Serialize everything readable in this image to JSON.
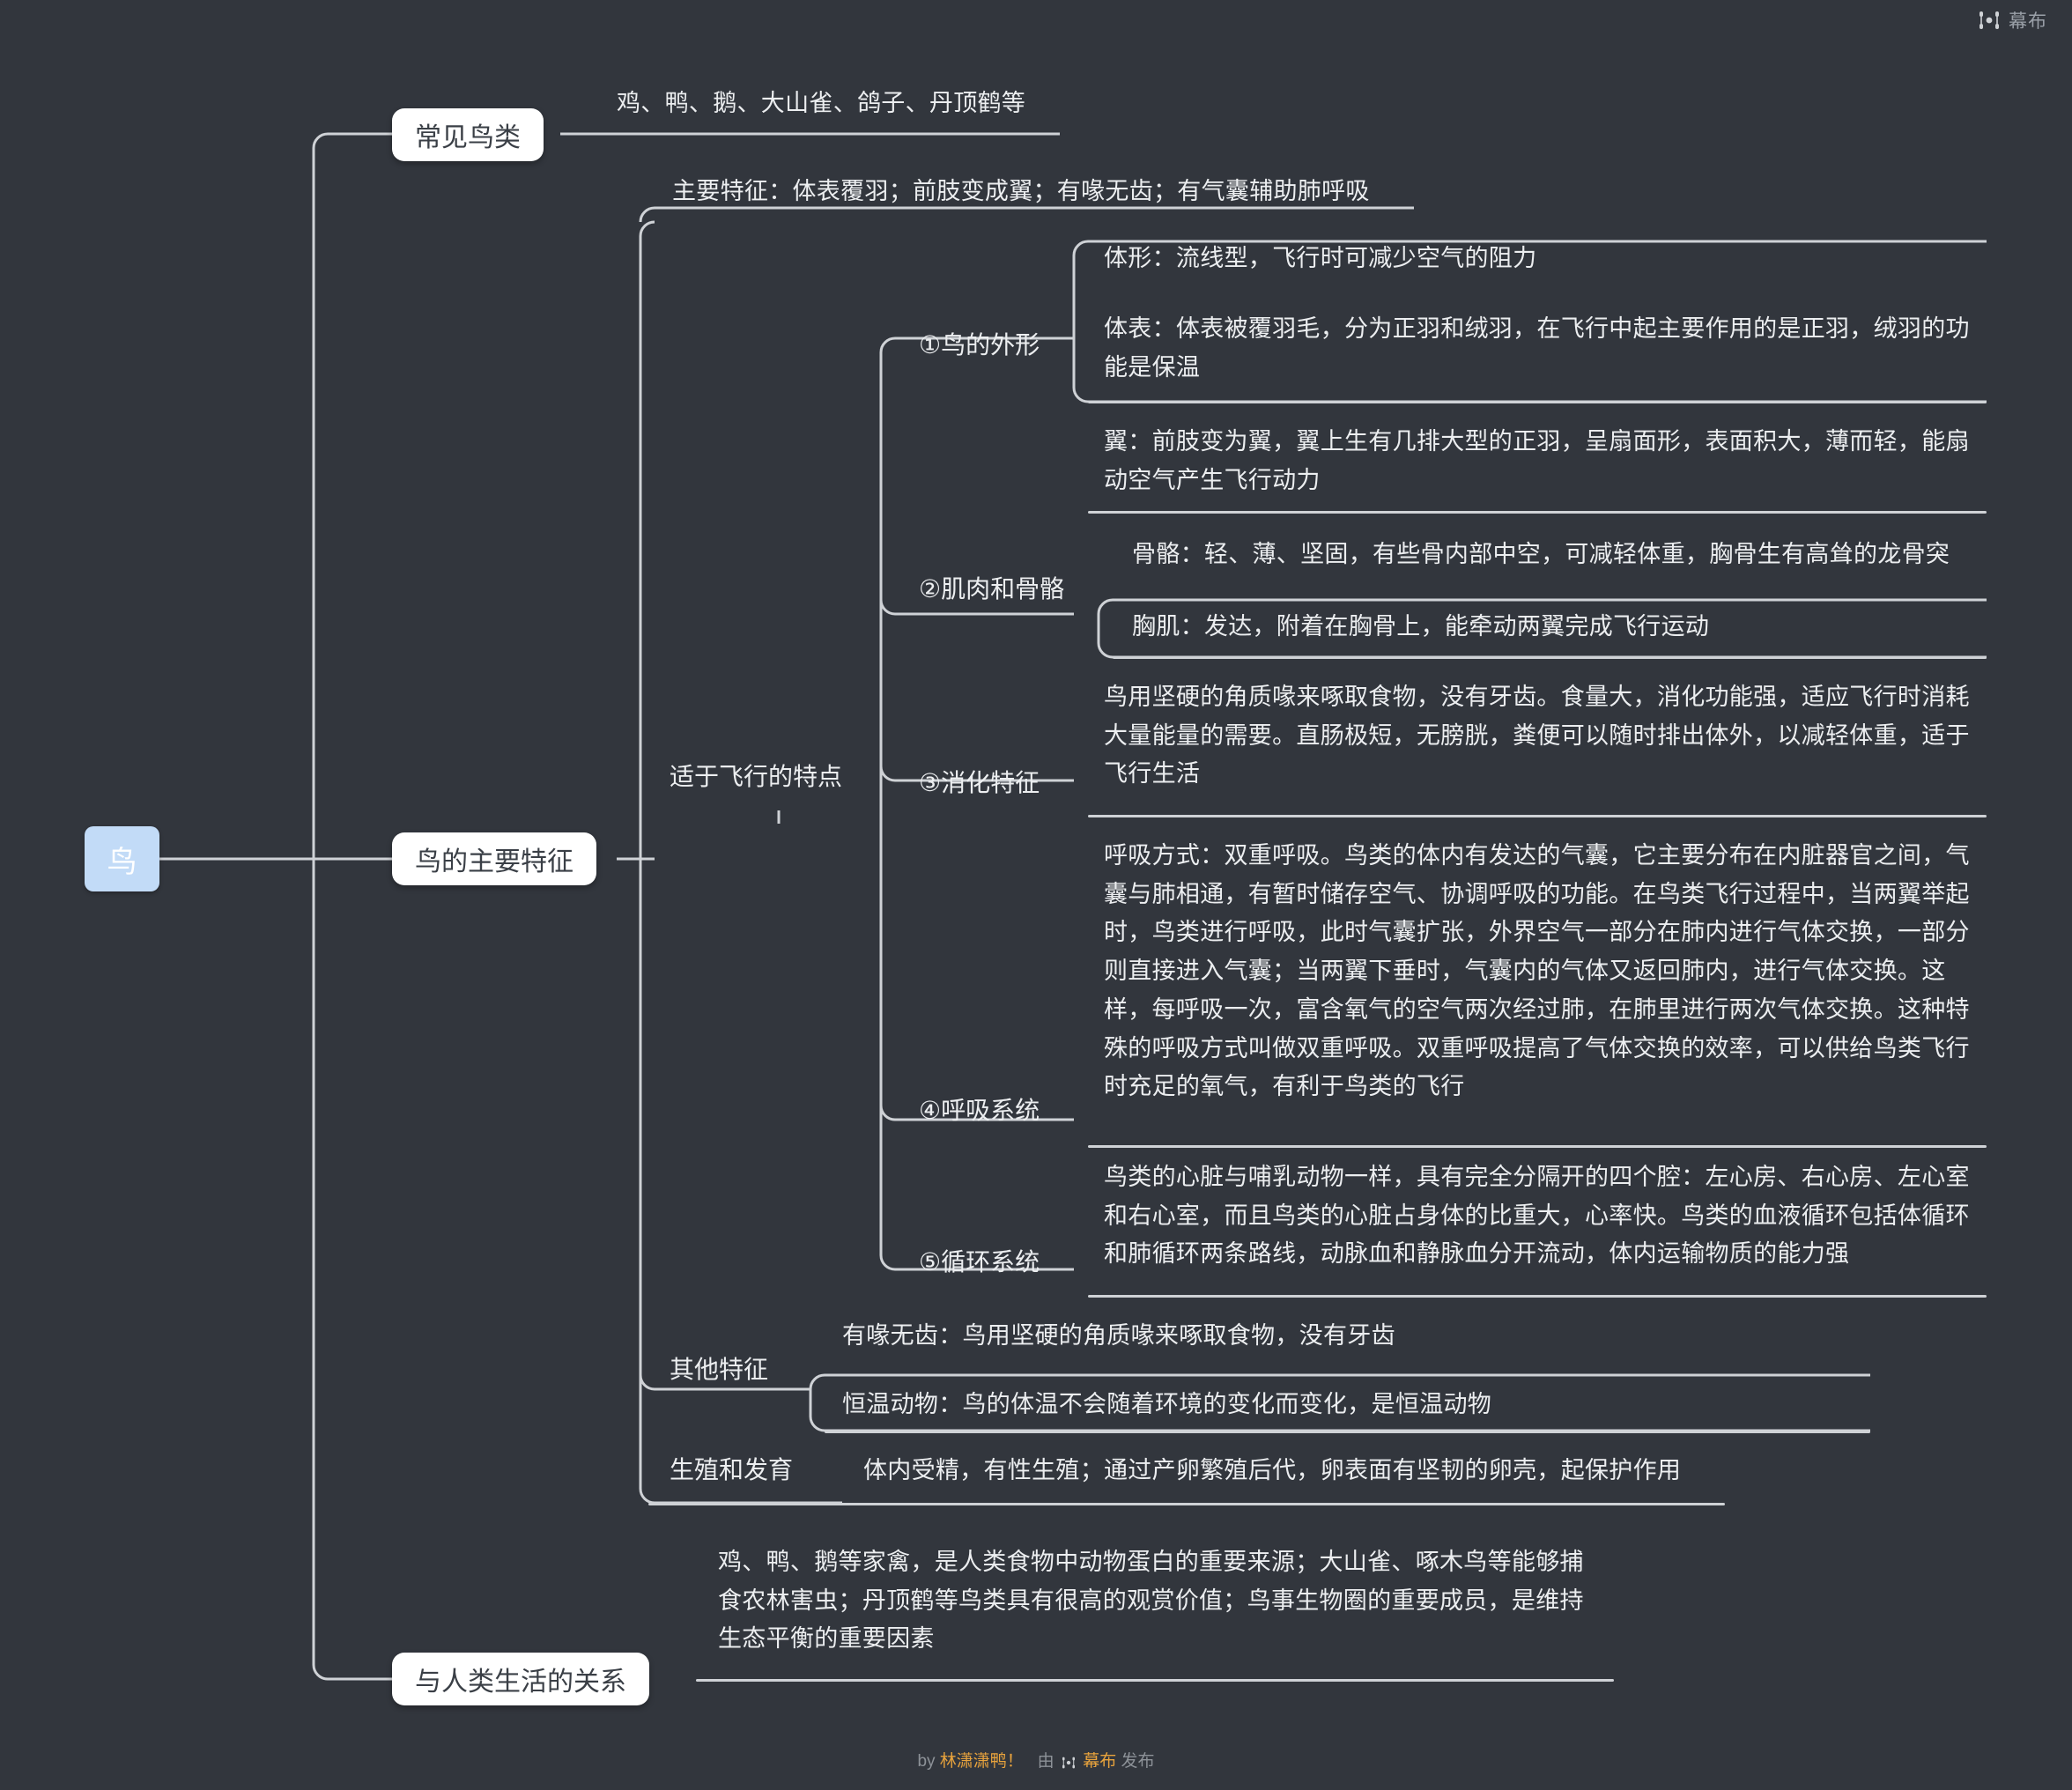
{
  "brand": {
    "name": "幕布",
    "logo_icon": "mubu-logo-icon"
  },
  "footer": {
    "by_prefix": "by",
    "author": "林潇潇鸭！",
    "published_prefix": "由",
    "publisher": "幕布",
    "published_suffix": "发布",
    "logo_icon": "mubu-logo-icon"
  },
  "colors": {
    "background": "#32363d",
    "root_chip": "#c2dbf7",
    "pill": "#ffffff",
    "wire": "#cfd2d6",
    "text": "#eceef0",
    "accent": "#e8a33d"
  },
  "mindmap": {
    "root": "鸟",
    "branches": [
      {
        "id": "common-birds",
        "label": "常见鸟类",
        "type": "pill",
        "leaf": "鸡、鸭、鹅、大山雀、鸽子、丹顶鹤等"
      },
      {
        "id": "main-features",
        "label": "鸟的主要特征",
        "type": "pill",
        "leaf": "主要特征：体表覆羽；前肢变成翼；有喙无齿；有气囊辅助肺呼吸",
        "children": [
          {
            "id": "flight-adaptations",
            "label": "适于飞行的特点",
            "children": [
              {
                "id": "bird-shape",
                "label": "①鸟的外形",
                "leaves": [
                  "体形：流线型，飞行时可减少空气的阻力",
                  "体表：体表被覆羽毛，分为正羽和绒羽，在飞行中起主要作用的是正羽，绒羽的功能是保温",
                  "翼：前肢变为翼，翼上生有几排大型的正羽，呈扇面形，表面积大，薄而轻，能扇动空气产生飞行动力"
                ]
              },
              {
                "id": "muscle-and-bone",
                "label": "②肌肉和骨骼",
                "leaves": [
                  "骨骼：轻、薄、坚固，有些骨内部中空，可减轻体重，胸骨生有高耸的龙骨突",
                  "胸肌：发达，附着在胸骨上，能牵动两翼完成飞行运动"
                ]
              },
              {
                "id": "digestive-features",
                "label": "③消化特征",
                "leaves": [
                  "鸟用坚硬的角质喙来啄取食物，没有牙齿。食量大，消化功能强，适应飞行时消耗大量能量的需要。直肠极短，无膀胱，粪便可以随时排出体外，以减轻体重，适于飞行生活"
                ]
              },
              {
                "id": "respiratory-system",
                "label": "④呼吸系统",
                "leaves": [
                  "呼吸方式：双重呼吸。鸟类的体内有发达的气囊，它主要分布在内脏器官之间，气囊与肺相通，有暂时储存空气、协调呼吸的功能。在鸟类飞行过程中，当两翼举起时，鸟类进行呼吸，此时气囊扩张，外界空气一部分在肺内进行气体交换，一部分则直接进入气囊；当两翼下垂时，气囊内的气体又返回肺内，进行气体交换。这样，每呼吸一次，富含氧气的空气两次经过肺，在肺里进行两次气体交换。这种特殊的呼吸方式叫做双重呼吸。双重呼吸提高了气体交换的效率，可以供给鸟类飞行时充足的氧气，有利于鸟类的飞行"
                ]
              },
              {
                "id": "circulatory-system",
                "label": "⑤循环系统",
                "leaves": [
                  "鸟类的心脏与哺乳动物一样，具有完全分隔开的四个腔：左心房、右心房、左心室和右心室，而且鸟类的心脏占身体的比重大，心率快。鸟类的血液循环包括体循环和肺循环两条路线，动脉血和静脉血分开流动，体内运输物质的能力强"
                ]
              }
            ]
          },
          {
            "id": "other-features",
            "label": "其他特征",
            "leaves": [
              "有喙无齿：鸟用坚硬的角质喙来啄取食物，没有牙齿",
              "恒温动物：鸟的体温不会随着环境的变化而变化，是恒温动物"
            ]
          },
          {
            "id": "reproduction-development",
            "label": "生殖和发育",
            "leaves": [
              "体内受精，有性生殖；通过产卵繁殖后代，卵表面有坚韧的卵壳，起保护作用"
            ]
          }
        ]
      },
      {
        "id": "relation-to-humans",
        "label": "与人类生活的关系",
        "type": "pill",
        "leaf": "鸡、鸭、鹅等家禽，是人类食物中动物蛋白的重要来源；大山雀、啄木鸟等能够捕食农林害虫；丹顶鹤等鸟类具有很高的观赏价值；鸟事生物圈的重要成员，是维持生态平衡的重要因素"
      }
    ]
  }
}
